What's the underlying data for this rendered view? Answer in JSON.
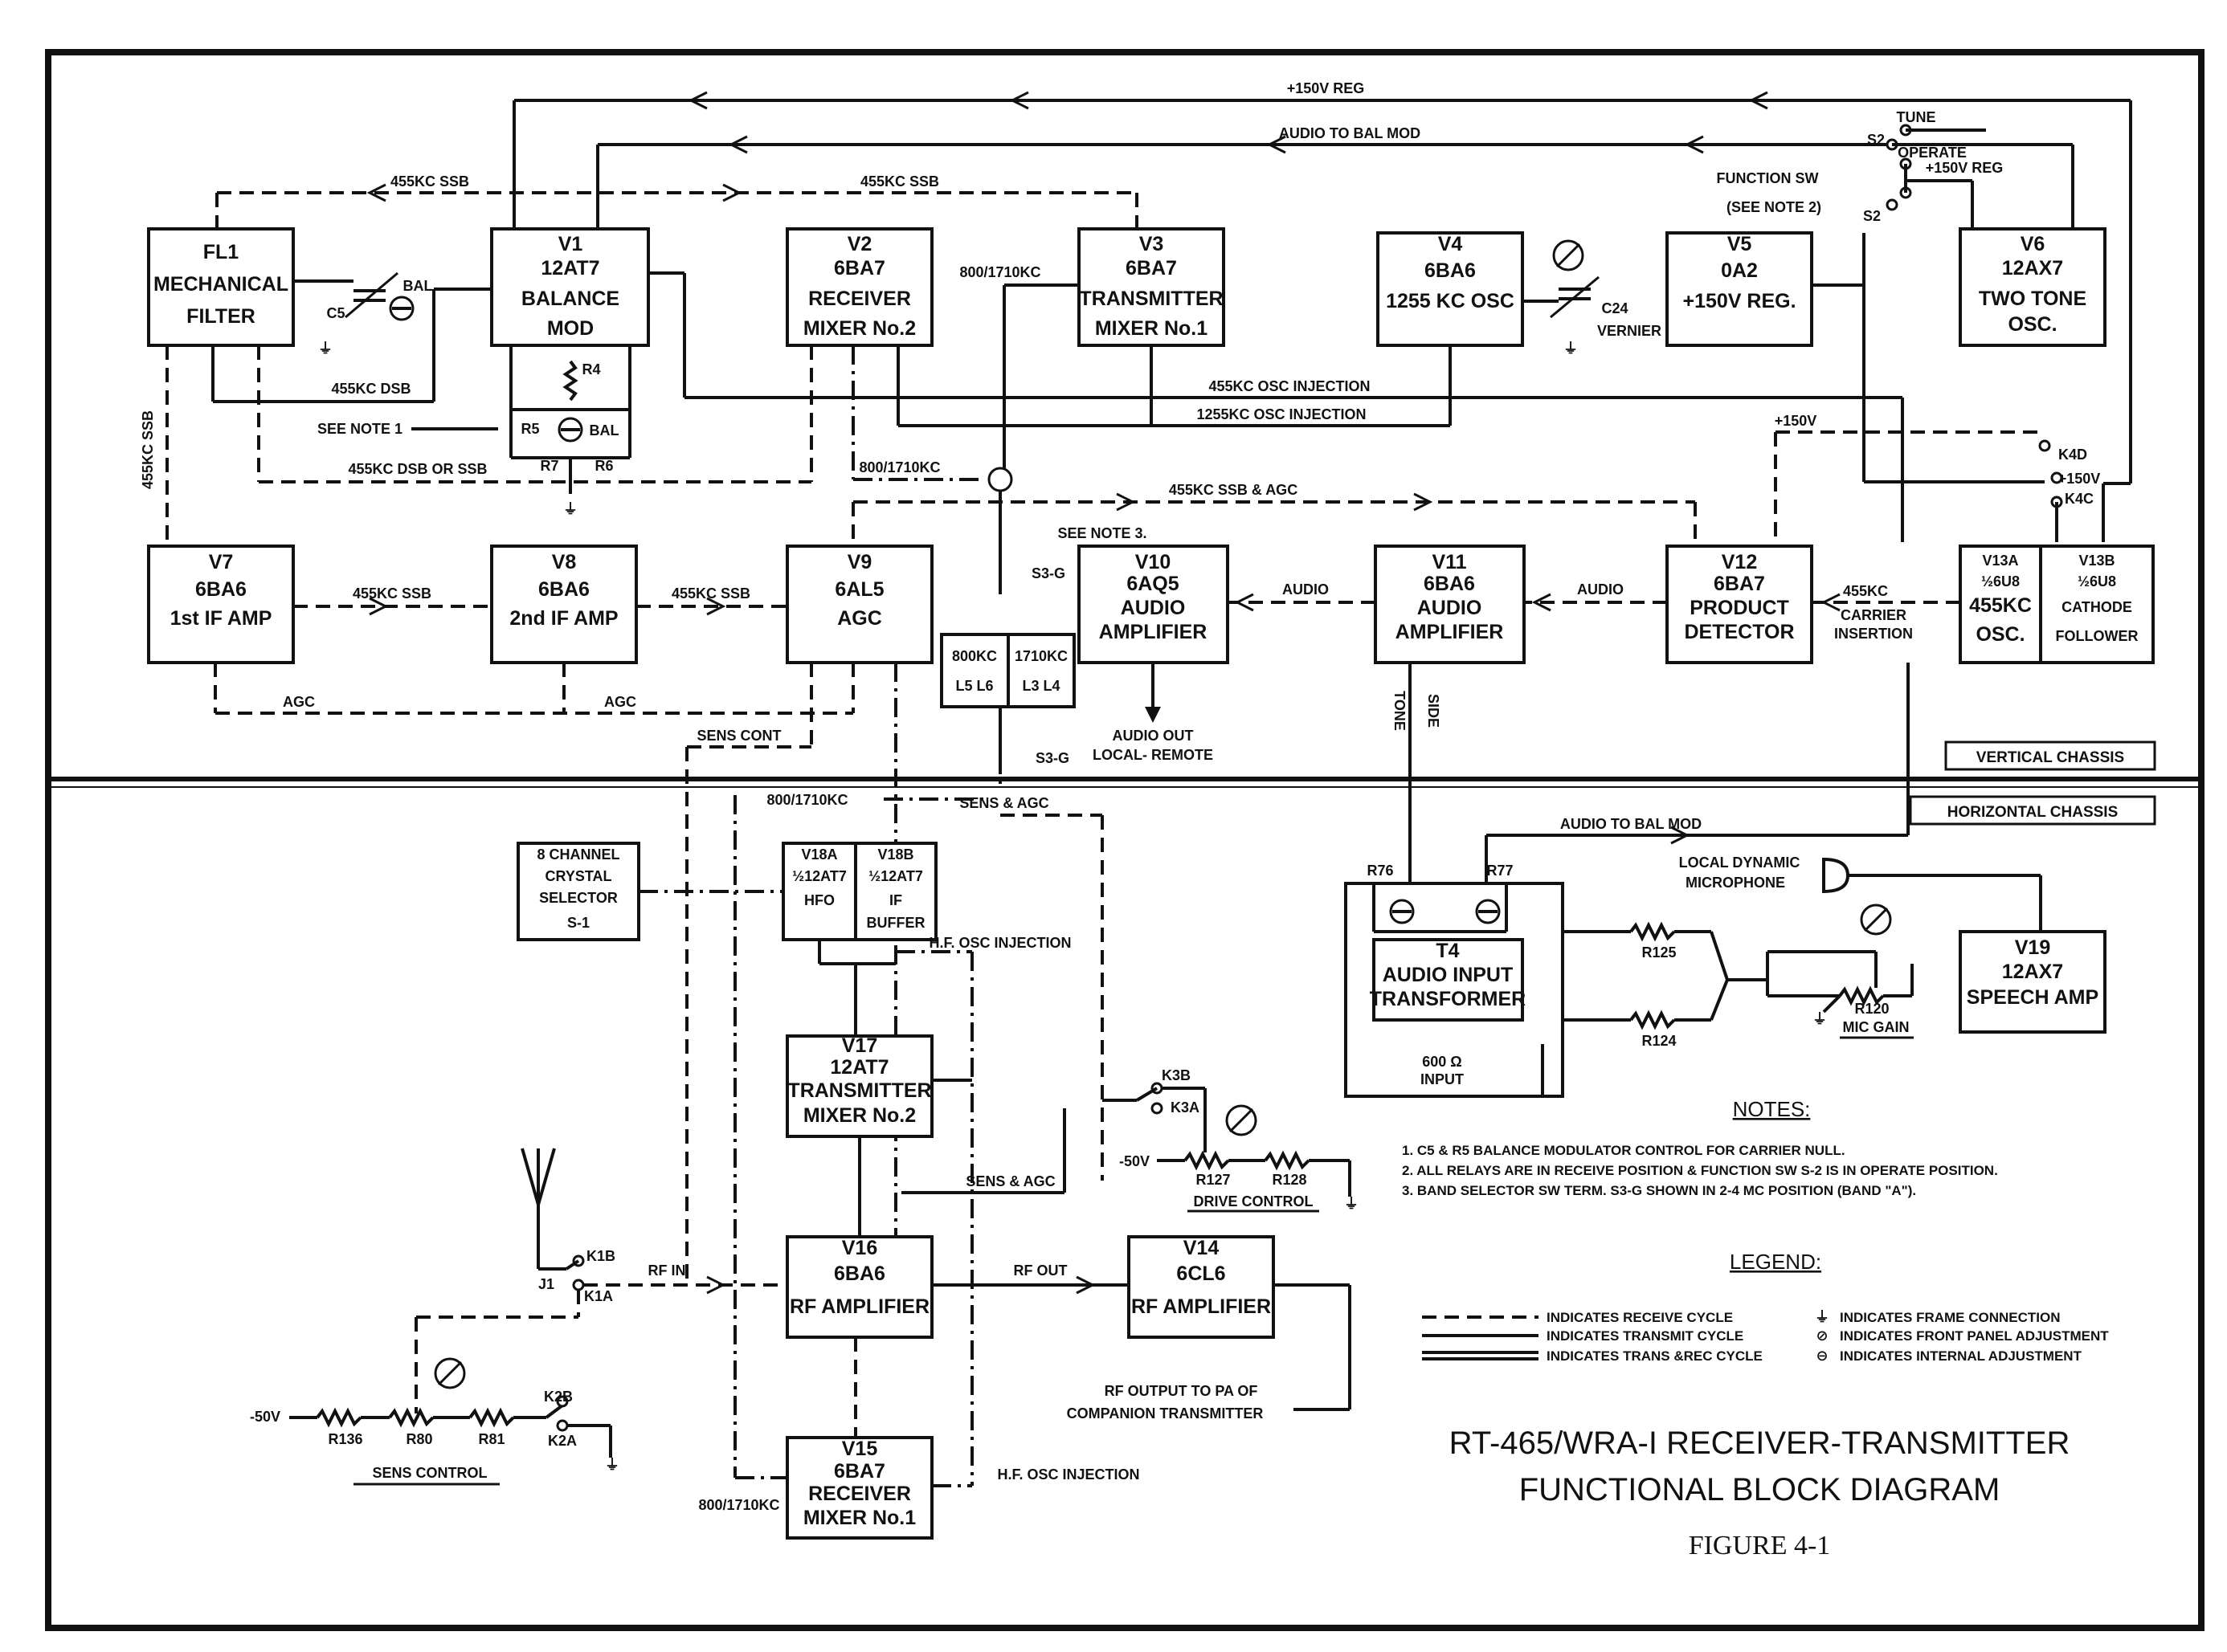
{
  "title": {
    "line1": "RT-465/WRA-I RECEIVER-TRANSMITTER",
    "line2": "FUNCTIONAL BLOCK DIAGRAM",
    "figure": "FIGURE 4-1"
  },
  "chassis": {
    "vertical": "VERTICAL CHASSIS",
    "horizontal": "HORIZONTAL CHASSIS"
  },
  "blocks": {
    "fl1": [
      "FL1",
      "MECHANICAL",
      "FILTER"
    ],
    "v1": [
      "V1",
      "12AT7",
      "BALANCE",
      "MOD"
    ],
    "v2": [
      "V2",
      "6BA7",
      "RECEIVER",
      "MIXER No.2"
    ],
    "v3": [
      "V3",
      "6BA7",
      "TRANSMITTER",
      "MIXER No.1"
    ],
    "v4": [
      "V4",
      "6BA6",
      "1255 KC  OSC"
    ],
    "v5": [
      "V5",
      "0A2",
      "+150V REG."
    ],
    "v6": [
      "V6",
      "12AX7",
      "TWO TONE",
      "OSC."
    ],
    "v7": [
      "V7",
      "6BA6",
      "1st IF AMP"
    ],
    "v8": [
      "V8",
      "6BA6",
      "2nd IF AMP"
    ],
    "v9": [
      "V9",
      "6AL5",
      "AGC"
    ],
    "v10": [
      "V10",
      "6AQ5",
      "AUDIO",
      "AMPLIFIER"
    ],
    "v11": [
      "V11",
      "6BA6",
      "AUDIO",
      "AMPLIFIER"
    ],
    "v12": [
      "V12",
      "6BA7",
      "PRODUCT",
      "DETECTOR"
    ],
    "v13a": [
      "V13A",
      "½6U8",
      "455KC",
      "OSC."
    ],
    "v13b": [
      "V13B",
      "½6U8",
      "CATHODE",
      "FOLLOWER"
    ],
    "coils": [
      "800KC",
      "1710KC",
      "L5  L6",
      "L3  L4"
    ],
    "xtal": [
      "8 CHANNEL",
      "CRYSTAL",
      "SELECTOR",
      "S-1"
    ],
    "v18a": [
      "V18A",
      "½12AT7",
      "HFO"
    ],
    "v18b": [
      "V18B",
      "½12AT7",
      "IF",
      "BUFFER"
    ],
    "v17": [
      "V17",
      "12AT7",
      "TRANSMITTER",
      "MIXER No.2"
    ],
    "v16": [
      "V16",
      "6BA6",
      "RF  AMPLIFIER"
    ],
    "v14": [
      "V14",
      "6CL6",
      "RF AMPLIFIER"
    ],
    "v15": [
      "V15",
      "6BA7",
      "RECEIVER",
      "MIXER No.1"
    ],
    "t4": [
      "T4",
      "AUDIO  INPUT",
      "TRANSFORMER"
    ],
    "v19": [
      "V19",
      "12AX7",
      "SPEECH AMP"
    ]
  },
  "signals": {
    "reg150_top": "+150V REG",
    "audio_bal_mod_top": "AUDIO TO BAL MOD",
    "ssb_455_a": "455KC SSB",
    "ssb_455_b": "455KC SSB",
    "dsb_455": "455KC DSB",
    "dsb_or_ssb": "455KC DSB OR SSB",
    "osc_inj_455": "455KC OSC INJECTION",
    "osc_inj_1255": "1255KC OSC INJECTION",
    "f800_1710_a": "800/1710KC",
    "f800_1710_b": "800/1710KC",
    "f800_1710_c": "800/1710KC",
    "f800_1710_d": "800/1710KC",
    "ssb_agc": "455KC SSB & AGC",
    "if_ssb_1": "455KC SSB",
    "if_ssb_2": "455KC SSB",
    "ssb_vert": "455KC SSB",
    "agc_1": "AGC",
    "agc_2": "AGC",
    "audio_1": "AUDIO",
    "audio_2": "AUDIO",
    "kc455_carrier": "455KC",
    "carrier_insertion_1": "CARRIER",
    "carrier_insertion_2": "INSERTION",
    "side_tone_1": "SIDE",
    "side_tone_2": "TONE",
    "audio_out_1": "AUDIO OUT",
    "audio_out_2": "LOCAL- REMOTE",
    "sens_cont": "SENS CONT",
    "sens_agc_a": "SENS & AGC",
    "sens_agc_b": "SENS & AGC",
    "hf_osc_inj_a": "H.F. OSC INJECTION",
    "hf_osc_inj_b": "H.F. OSC INJECTION",
    "rf_in": "RF IN",
    "rf_out": "RF OUT",
    "rf_output_1": "RF OUTPUT TO PA OF",
    "rf_output_2": "COMPANION TRANSMITTER",
    "audio_bal_mod_low": "AUDIO TO BAL MOD",
    "local_mic_1": "LOCAL DYNAMIC",
    "local_mic_2": "MICROPHONE",
    "input_600_1": "600 Ω",
    "input_600_2": "INPUT",
    "reg150_sw": "+150V REG",
    "plus150_a": "+150V",
    "plus150_b": "+150V",
    "minus50_a": "-50V",
    "minus50_b": "-50V"
  },
  "switches": {
    "tune": "TUNE",
    "operate": "OPERATE",
    "s2_a": "S2",
    "s2_b": "S2",
    "function_sw": "FUNCTION SW",
    "see_note2": "(SEE NOTE 2)",
    "s3g_a": "S3-G",
    "s3g_b": "S3-G",
    "see_note3": "SEE NOTE 3.",
    "k4d": "K4D",
    "k4c": "K4C",
    "k3b": "K3B",
    "k3a": "K3A",
    "k1b": "K1B",
    "k1a": "K1A",
    "k2b": "K2B",
    "k2a": "K2A",
    "j1": "J1"
  },
  "components": {
    "c5": "C5",
    "bal_a": "BAL",
    "bal_b": "BAL",
    "r4": "R4",
    "r5": "R5",
    "r6": "R6",
    "r7": "R7",
    "see_note1": "SEE NOTE 1",
    "c24": "C24",
    "vernier": "VERNIER",
    "r76": "R76",
    "r77": "R77",
    "r125": "R125",
    "r124": "R124",
    "r120": "R120",
    "mic_gain": "MIC GAIN",
    "r127": "R127",
    "r128": "R128",
    "drive_control": "DRIVE CONTROL",
    "r136": "R136",
    "r80": "R80",
    "r81": "R81",
    "sens_control": "SENS CONTROL"
  },
  "notes": {
    "heading": "NOTES:",
    "items": [
      "1.  C5 & R5 BALANCE MODULATOR CONTROL FOR CARRIER NULL.",
      "2.  ALL RELAYS ARE IN RECEIVE POSITION & FUNCTION SW S-2 IS IN OPERATE POSITION.",
      "3.  BAND SELECTOR SW TERM. S3-G SHOWN IN 2-4 MC POSITION (BAND \"A\")."
    ]
  },
  "legend": {
    "heading": "LEGEND:",
    "receive": "INDICATES RECEIVE CYCLE",
    "transmit": "INDICATES TRANSMIT CYCLE",
    "trans_rec": "INDICATES TRANS &REC CYCLE",
    "frame": "INDICATES FRAME CONNECTION",
    "front_panel": "INDICATES FRONT PANEL ADJUSTMENT",
    "internal": "INDICATES INTERNAL ADJUSTMENT"
  }
}
